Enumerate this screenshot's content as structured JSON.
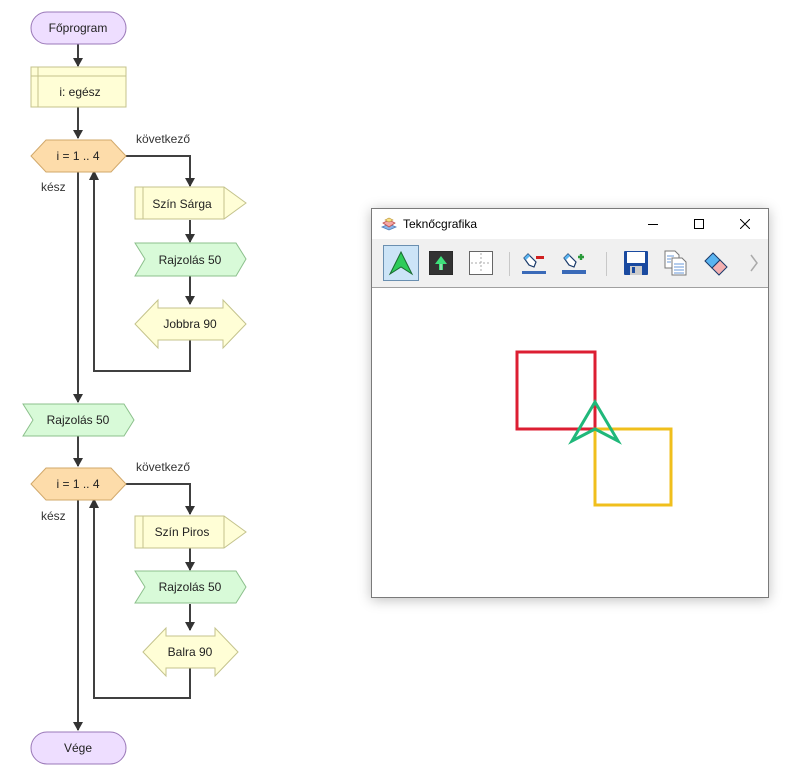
{
  "flowchart": {
    "start": "Főprogram",
    "declaration": "i: egész",
    "loop1": {
      "header": "i = 1 .. 4",
      "next_label": "következő",
      "done_label": "kész",
      "body": [
        "Szín Sárga",
        "Rajzolás 50",
        "Jobbra 90"
      ]
    },
    "middle": "Rajzolás 50",
    "loop2": {
      "header": "i = 1 .. 4",
      "next_label": "következő",
      "done_label": "kész",
      "body": [
        "Szín Piros",
        "Rajzolás 50",
        "Balra 90"
      ]
    },
    "end": "Vége",
    "colors": {
      "terminal": "#eedeff",
      "declaration": "#fffed6",
      "loop": "#fddcaa",
      "draw": "#d8fad8",
      "turn": "#fffed6",
      "color_cmd": "#fffed6"
    }
  },
  "window": {
    "title": "Teknőcgrafika",
    "controls": {
      "minimize": "minimize",
      "maximize": "maximize",
      "close": "close"
    },
    "toolbar": [
      {
        "icon": "turtle-arrow-icon",
        "active": true
      },
      {
        "icon": "turtle-dark-icon",
        "active": false
      },
      {
        "icon": "grid-icon",
        "active": false
      },
      {
        "icon": "pen-width-decrease-icon",
        "active": false
      },
      {
        "icon": "pen-width-increase-icon",
        "active": false
      },
      {
        "icon": "save-icon",
        "active": false
      },
      {
        "icon": "copy-icon",
        "active": false
      },
      {
        "icon": "eraser-icon",
        "active": false
      },
      {
        "icon": "chevron-right-icon",
        "active": false
      }
    ],
    "drawing": {
      "red_square_color": "#dc1e32",
      "yellow_square_color": "#f0bf1c",
      "turtle_color": "#20b87a"
    }
  }
}
